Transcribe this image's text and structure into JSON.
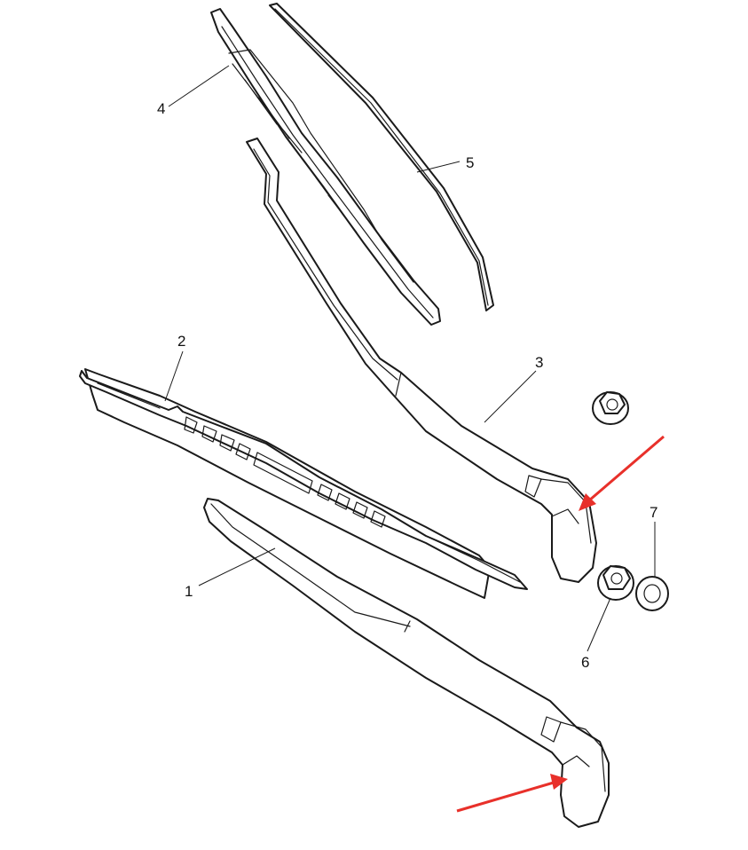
{
  "callouts": [
    {
      "id": "1",
      "label": "1"
    },
    {
      "id": "2",
      "label": "2"
    },
    {
      "id": "3",
      "label": "3"
    },
    {
      "id": "4",
      "label": "4"
    },
    {
      "id": "5",
      "label": "5"
    },
    {
      "id": "6",
      "label": "6"
    },
    {
      "id": "7",
      "label": "7"
    }
  ],
  "colors": {
    "line": "#1a1a1a",
    "background": "#ffffff",
    "highlight_arrow": "#e8302a"
  }
}
